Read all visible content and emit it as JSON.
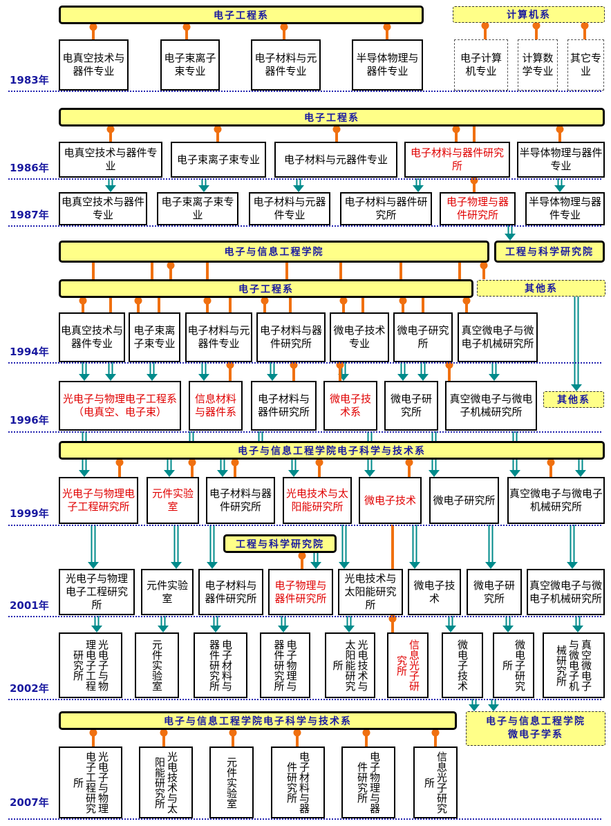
{
  "banners": {
    "ee_1983": "电子工程系",
    "cs_1983": "计算机系",
    "ee_1986": "电子工程系",
    "seie_1987": "电子与信息工程学院",
    "ies_1987": "工程与科学研究院",
    "ee_1994": "电子工程系",
    "other_1994": "其他系",
    "other_1996": "其他系",
    "dest_1999": "电子与信息工程学院电子科学与技术系",
    "ies_2001": "工程与科学研究院",
    "dest_2007": "电子与信息工程学院电子科学与技术系",
    "micro_2007_line1": "电子与信息工程学院",
    "micro_2007_line2": "微电子学系"
  },
  "years": [
    "1983年",
    "1986年",
    "1987年",
    "1994年",
    "1996年",
    "1999年",
    "2001年",
    "2002年",
    "2007年"
  ],
  "rows": {
    "r1983": [
      "电真空技术与器件专业",
      "电子束离子束专业",
      "电子材料与元器件专业",
      "半导体物理与器件专业"
    ],
    "r1983_cs": [
      "电子计算机专业",
      "计算数学专业",
      "其它专业"
    ],
    "r1986": [
      "电真空技术与器件专业",
      "电子束离子束专业",
      "电子材料与元器件专业",
      "电子材料与器件研究所",
      "半导体物理与器件专业"
    ],
    "r1987": [
      "电真空技术与器件专业",
      "电子束离子束专业",
      "电子材料与元器件专业",
      "电子材料与器件研究所",
      "电子物理与器件研究所",
      "半导体物理与器件专业"
    ],
    "r1994": [
      "电真空技术与器件专业",
      "电子束离子束专业",
      "电子材料与元器件专业",
      "电子材料与器件研究所",
      "微电子技术专业",
      "微电子研究所",
      "真空微电子与微电子机械研究所"
    ],
    "r1996": [
      "光电子与物理电子工程系（电真空、电子束）",
      "信息材料与器件系",
      "电子材料与器件研究所",
      "微电子技术系",
      "微电子研究所",
      "真空微电子与微电子机械研究所"
    ],
    "r1999": [
      "光电子与物理电子工程研究所",
      "元件实验室",
      "电子材料与器件研究所",
      "光电技术与太阳能研究所",
      "微电子技术",
      "微电子研究所",
      "真空微电子与微电子机械研究所"
    ],
    "r2001": [
      "光电子与物理电子工程研究所",
      "元件实验室",
      "电子材料与器件研究所",
      "电子物理与器件研究所",
      "光电技术与太阳能研究所",
      "微电子技术",
      "微电子研究所",
      "真空微电子与微电子机械研究所"
    ],
    "r2002": [
      "光电子与物理电子工程研究所",
      "元件实验室",
      "电子材料与器件研究所",
      "电子物理与器件研究所",
      "光电技术与太阳能研究所",
      "信息光子研究所",
      "微电子技术",
      "微电子研究所",
      "真空微电子与微电子机械研究所"
    ],
    "r2007": [
      "光电子与物理电子工程研究所",
      "光电技术与太阳能研究所",
      "元件实验室",
      "电子材料与器件研究所",
      "电子物理与器件研究所",
      "信息光子研究所"
    ]
  },
  "colors": {
    "banner_fill": "#ffff88",
    "banner_text": "#1a1aa0",
    "orange_connector": "#f07010",
    "teal_arrow": "#008b8b",
    "highlight_text": "#e00000",
    "timeline": "#2323b0"
  }
}
